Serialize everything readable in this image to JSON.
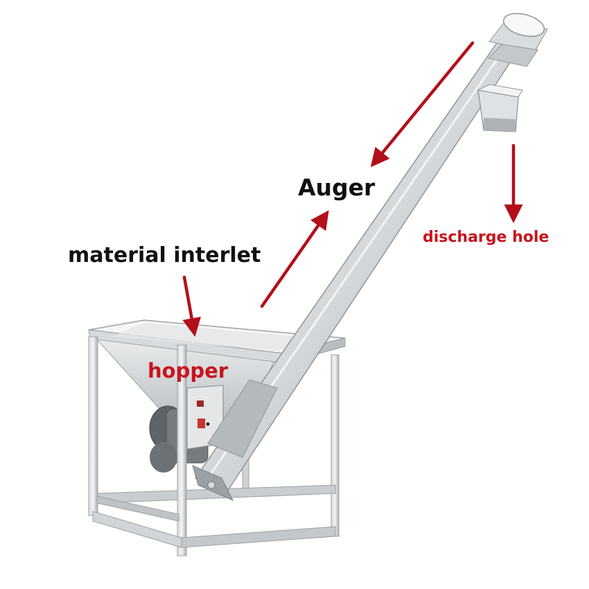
{
  "labels": {
    "auger": "Auger",
    "material_inlet": "material interlet",
    "discharge": "discharge hole",
    "hopper": "hopper"
  },
  "colors": {
    "arrow": "#b30f1a",
    "label_black": "#111111",
    "label_red": "#c8141e",
    "steel_light": "#eceeef",
    "steel_mid": "#c9cdd0",
    "steel_dark": "#8e9498",
    "motor": "#6c7176"
  }
}
